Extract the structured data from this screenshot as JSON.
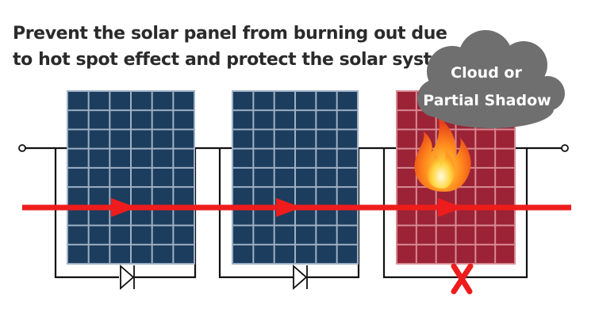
{
  "title": {
    "line1": "Prevent the solar panel from burning out due",
    "line2": "to hot spot effect and protect the solar system"
  },
  "cloud": {
    "line1": "Cloud or",
    "line2": "Partial Shadow"
  },
  "colors": {
    "panel_normal": "#1c3d5e",
    "panel_grid": "#9fb0c4",
    "panel_hot": "#9b2335",
    "panel_hot_grid": "#d98a94",
    "current": "#ee1c1c",
    "cloud": "#6f6f6f",
    "wire": "#111111"
  },
  "panels": [
    {
      "state": "normal",
      "diode": "conducting"
    },
    {
      "state": "normal",
      "diode": "conducting"
    },
    {
      "state": "hot-spot",
      "diode": "blocked"
    }
  ],
  "icons": [
    "flame-icon",
    "diode-symbol",
    "cross-mark-icon",
    "cloud-icon",
    "terminal-icon",
    "current-arrow-icon"
  ]
}
